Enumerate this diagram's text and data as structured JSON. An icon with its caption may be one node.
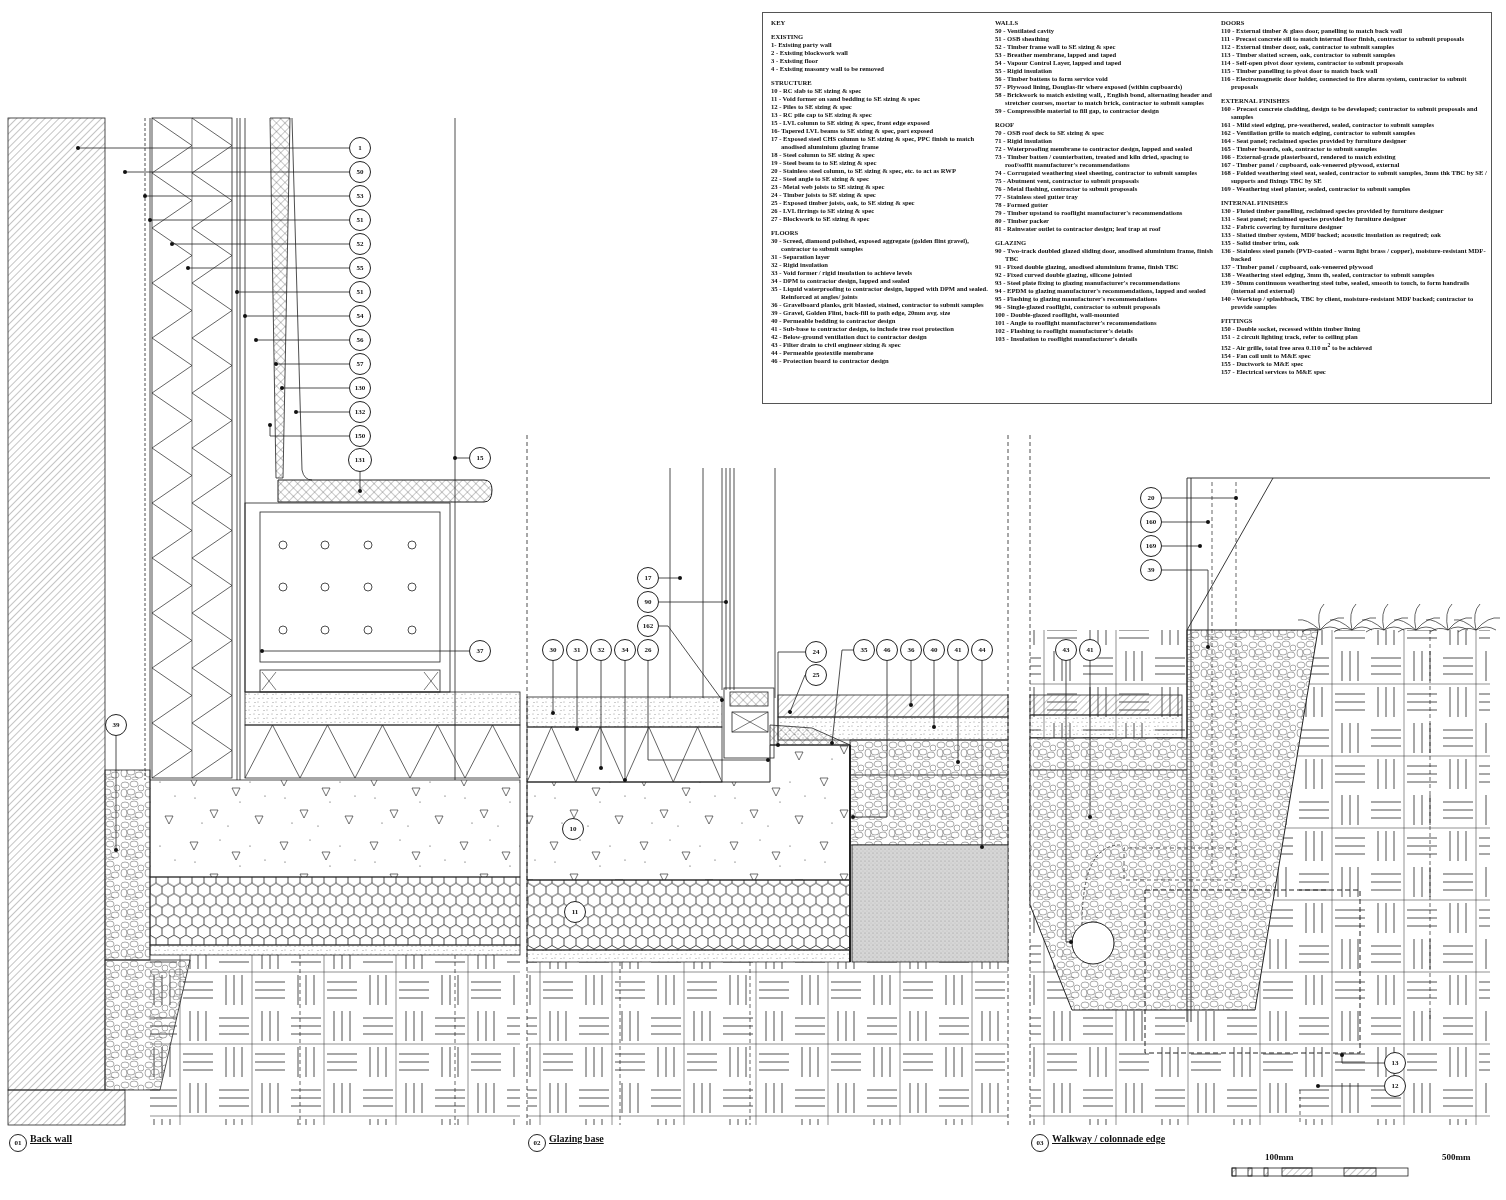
{
  "diagram": {
    "nodes": [
      {
        "text": [
          "1"
        ]
      },
      {
        "text": [
          "50"
        ]
      },
      {
        "text": [
          "53"
        ]
      },
      {
        "text": [
          "51"
        ]
      },
      {
        "text": [
          "52"
        ]
      },
      {
        "text": [
          "55"
        ]
      },
      {
        "text": [
          "51"
        ]
      },
      {
        "text": [
          "54"
        ]
      },
      {
        "text": [
          "56"
        ]
      },
      {
        "text": [
          "57"
        ]
      },
      {
        "text": [
          "130"
        ]
      },
      {
        "text": [
          "132"
        ]
      },
      {
        "text": [
          "150"
        ]
      },
      {
        "text": [
          "131"
        ]
      },
      {
        "text": [
          "15"
        ]
      },
      {
        "text": [
          "37"
        ]
      },
      {
        "text": [
          "39"
        ]
      },
      {
        "text": [
          "01"
        ],
        "beside": [
          "Back wall"
        ]
      },
      {
        "text": [
          "17"
        ]
      },
      {
        "text": [
          "90"
        ]
      },
      {
        "text": [
          "162"
        ]
      },
      {
        "text": [
          "30"
        ]
      },
      {
        "text": [
          "31"
        ]
      },
      {
        "text": [
          "32"
        ]
      },
      {
        "text": [
          "34"
        ]
      },
      {
        "text": [
          "26"
        ]
      },
      {
        "text": [
          "24"
        ]
      },
      {
        "text": [
          "25"
        ]
      },
      {
        "text": [
          "35"
        ]
      },
      {
        "text": [
          "46"
        ]
      },
      {
        "text": [
          "36"
        ]
      },
      {
        "text": [
          "40"
        ]
      },
      {
        "text": [
          "41"
        ]
      },
      {
        "text": [
          "44"
        ]
      },
      {
        "text": [
          "10"
        ]
      },
      {
        "text": [
          "11"
        ]
      },
      {
        "text": [
          "02"
        ],
        "beside": [
          "Glazing base"
        ]
      },
      {
        "text": [
          "20"
        ]
      },
      {
        "text": [
          "160"
        ]
      },
      {
        "text": [
          "169"
        ]
      },
      {
        "text": [
          "39"
        ]
      },
      {
        "text": [
          "43"
        ]
      },
      {
        "text": [
          "41"
        ]
      },
      {
        "text": [
          "13"
        ]
      },
      {
        "text": [
          "12"
        ]
      },
      {
        "text": [
          "03"
        ],
        "beside": [
          "Walkway / colonnade edge"
        ]
      }
    ],
    "edges": [
      {
        "from": 0,
        "to": null,
        "arrow": "other"
      },
      {
        "from": 1,
        "to": null,
        "arrow": "other"
      },
      {
        "from": 2,
        "to": null,
        "arrow": "other"
      },
      {
        "from": 3,
        "to": null,
        "arrow": "other"
      },
      {
        "from": 4,
        "to": null,
        "arrow": "other"
      },
      {
        "from": 5,
        "to": null,
        "arrow": "other"
      },
      {
        "from": 6,
        "to": null,
        "arrow": "other"
      },
      {
        "from": 7,
        "to": null,
        "arrow": "other"
      },
      {
        "from": 8,
        "to": null,
        "arrow": "other"
      },
      {
        "from": 9,
        "to": null,
        "arrow": "other"
      },
      {
        "from": 10,
        "to": null,
        "arrow": "other"
      },
      {
        "from": 11,
        "to": null,
        "arrow": "other"
      },
      {
        "from": 12,
        "to": null,
        "arrow": "other"
      },
      {
        "from": 13,
        "to": null,
        "arrow": "other"
      },
      {
        "from": 14,
        "to": null,
        "arrow": "other"
      },
      {
        "from": 15,
        "to": null,
        "arrow": "other"
      },
      {
        "from": 16,
        "to": null,
        "arrow": "other"
      },
      {
        "from": 18,
        "to": null,
        "arrow": "other"
      },
      {
        "from": 19,
        "to": null,
        "arrow": "other"
      },
      {
        "from": 20,
        "to": null,
        "arrow": "other"
      },
      {
        "from": 21,
        "to": null,
        "arrow": "other"
      },
      {
        "from": 22,
        "to": null,
        "arrow": "other"
      },
      {
        "from": 23,
        "to": null,
        "arrow": "other"
      },
      {
        "from": 24,
        "to": null,
        "arrow": "other"
      },
      {
        "from": 25,
        "to": null,
        "arrow": "other"
      },
      {
        "from": 26,
        "to": null,
        "arrow": "other"
      },
      {
        "from": 27,
        "to": null,
        "arrow": "other"
      },
      {
        "from": 28,
        "to": null,
        "arrow": "other"
      },
      {
        "from": 29,
        "to": null,
        "arrow": "other"
      },
      {
        "from": 30,
        "to": null,
        "arrow": "other"
      },
      {
        "from": 31,
        "to": null,
        "arrow": "other"
      },
      {
        "from": 32,
        "to": null,
        "arrow": "other"
      },
      {
        "from": 33,
        "to": null,
        "arrow": "other"
      },
      {
        "from": 37,
        "to": null,
        "arrow": "other"
      },
      {
        "from": 38,
        "to": null,
        "arrow": "other"
      },
      {
        "from": 39,
        "to": null,
        "arrow": "other"
      },
      {
        "from": 40,
        "to": null,
        "arrow": "other"
      },
      {
        "from": 41,
        "to": null,
        "arrow": "other"
      },
      {
        "from": 42,
        "to": null,
        "arrow": "other"
      },
      {
        "from": 43,
        "to": null,
        "arrow": "other"
      },
      {
        "from": 44,
        "to": null,
        "arrow": "other"
      }
    ],
    "labels": [
      "KEY",
      "EXISTING",
      "1- Existing party wall",
      "2 - Existing blockwork wall",
      "3 - Existing floor",
      "4 - Existing masonry wall to be removed",
      "STRUCTURE",
      "10 - RC slab to SE sizing & spec",
      "11 - Void former on sand bedding to SE sizing & spec",
      "12 - Piles to SE sizing & spec",
      "13 - RC pile cap to SE sizing & spec",
      "15 - LVL column to SE sizing & spec, front edge exposed",
      "16- Tapered LVL beams to SE sizing & spec, part exposed",
      "17 - Exposed steel CHS column to SE sizing & spec, PPC finish to match anodised aluminium glazing frame",
      "18 - Steel column to SE sizing & spec",
      "19 - Steel beam to to SE sizing & spec",
      "20 - Stainless steel column, to SE sizing & spec, etc. to act as RWP",
      "22 - Steel angle to SE sizing & spec",
      "23 - Metal web joists to SE sizing & spec",
      "24 - Timber joists to SE sizing & spec",
      "25 - Exposed timber joists, oak, to SE sizing & spec",
      "26 - LVL firrings to SE sizing & spec",
      "27 - Blockwork to SE sizing & spec",
      "FLOORS",
      "30 - Screed, diamond polished, exposed aggregate (golden flint gravel), contractor to submit samples",
      "31 - Separation layer",
      "32 - Rigid insulation",
      "33 - Void former / rigid insulation to achieve levels",
      "34 - DPM to contractor design, lapped and sealed",
      "35 - Liquid waterproofing to contractor design, lapped with DPM and sealed. Reinforced at angles/ joints",
      "36 - Gravelboard planks, grit blasted, stained, contractor to submit samples",
      "39 - Gravel, Golden Flint, back-fill to path edge, 20mm avg. size",
      "40 - Permeable bedding to contractor design",
      "41 - Sub-base to contractor design, to include tree root protection",
      "42 - Below-ground ventilation duct to contractor design",
      "43 - Filter drain to civil engineer sizing & spec",
      "44 - Permeable geotextile membrane",
      "46 - Protection board to contractor design",
      "WALLS",
      "50 - Ventilated cavity",
      "51 - OSB sheathing",
      "52 - Timber frame wall to SE sizing & spec",
      "53 - Breather membrane, lapped and taped",
      "54 - Vapour Control Layer, lapped and taped",
      "55 - Rigid insulation",
      "56 - Timber battens to form service void",
      "57 - Plywood lining, Douglas-fir where exposed (within cupboards)",
      "58 - Brickwork to match existing wall, , English bond, alternating header and stretcher courses, mortar to match brick, contractor to submit samples",
      "59 - Compressible material to fill gap, to contractor design",
      "ROOF",
      "70 - OSB roof deck to SE sizing & spec",
      "71 - Rigid insulation",
      "72 - Waterproofing membrane to contractor design, lapped and sealed",
      "73 - Timber batten / counterbatten, treated and kiln dried, spacing to roof/soffit manufacturer's recommendations",
      "74 - Corrugated weathering steel sheeting, contractor to submit samples",
      "75 - Abutment vent, contractor to submit proposals",
      "76 - Metal flashing, contractor to submit proposals",
      "77 - Stainless steel gutter tray",
      "78 - Formed gutter",
      "79 - Timber upstand to rooflight manufacturer's recommendations",
      "80 - Timber packer",
      "81 - Rainwater outlet to contractor design; leaf trap at roof",
      "GLAZING",
      "90 - Two-track doubled glazed sliding door, anodised aluminium frame, finish TBC",
      "91 - Fixed double glazing, anodised aluminium frame, finish TBC",
      "92 - Fixed curved double glazing, silicone jointed",
      "93 - Steel plate fixing to glazing manufacturer's recommendations",
      "94 - EPDM to glazing manufacturer's recommendations, lapped and sealed",
      "95 - Flashing to glazing manufacturer's recommendations",
      "96 - Single-glazed rooflight, contractor to submit proposals",
      "100 - Double-glazed rooflight, wall-mounted",
      "101 - Angle to rooflight manufacturer's recommendations",
      "102 - Flashing to rooflight manufacturer's details",
      "103 - Insulation to rooflight manufacturer's details",
      "DOORS",
      "110 - External timber & glass door, panelling to match back wall",
      "111 - Precast concrete sill to match internal floor finish, contractor to submit proposals",
      "112 - External timber door, oak, contractor to submit samples",
      "113 - Timber slatted screen, oak, contractor to submit samples",
      "114 - Self-open pivot door system, contractor to submit proposals",
      "115 - Timber panelling to pivot door to match back wall",
      "116 - Electromagnetic door holder, connected to fire alarm system, contractor to submit proposals",
      "EXTERNAL FINISHES",
      "160 - Precast concrete cladding, design to be developed; contractor to submit proposals and samples",
      "161 - Mild steel edging, pre-weathered, sealed, contractor to submit samples",
      "162 - Ventilation grille to match edging, contractor to submit samples",
      "164 - Seat panel; reclaimed species provided by furniture designer",
      "165 - Timber boards, oak, contractor to submit samples",
      "166 - External-grade plasterboard, rendered to match existing",
      "167 - Timber panel / cupboard, oak-veneered plywood, external",
      "168 - Folded weathering steel seat, sealed, contractor to submit samples, 3mm thk TBC by SE / supports and fixings TBC by SE",
      "169 - Weathering steel planter, sealed, contractor to submit samples",
      "INTERNAL FINISHES",
      "130 - Fluted timber panelling, reclaimed species provided by furniture designer",
      "131 - Seat panel; reclaimed species provided by furniture designer",
      "132 - Fabric covering by furniture designer",
      "133 - Slatted timber system, MDF backed; acoustic insulation as required; oak",
      "135 - Solid timber trim, oak",
      "136 - Stainless steel panels (PVD-coated - warm light brass / copper), moisture-resistant MDF-backed",
      "137 - Timber panel / cupboard, oak-veneered plywood",
      "138 - Weathering steel edging, 3mm th, sealed, contractor to submit samples",
      "139 - 50mm continuous weathering steel tube, sealed, smooth to touch, to form handrails (internal and external)",
      "140 - Worktop / splashback, TBC by client, moisture-resistant MDF backed; contractor to provide samples",
      "FITTINGS",
      "150 - Double socket, recessed within timber lining",
      "151 - 2 circuit lighting track, refer to ceiling plan",
      "152 - Air grille, total free area 0.110 m$^{2}$ to be achieved",
      "154 - Fan coil unit to M&E spec",
      "155 - Ductwork to M&E spec",
      "157 - Electrical services to M&E spec",
      "100mm",
      "500mm"
    ]
  }
}
